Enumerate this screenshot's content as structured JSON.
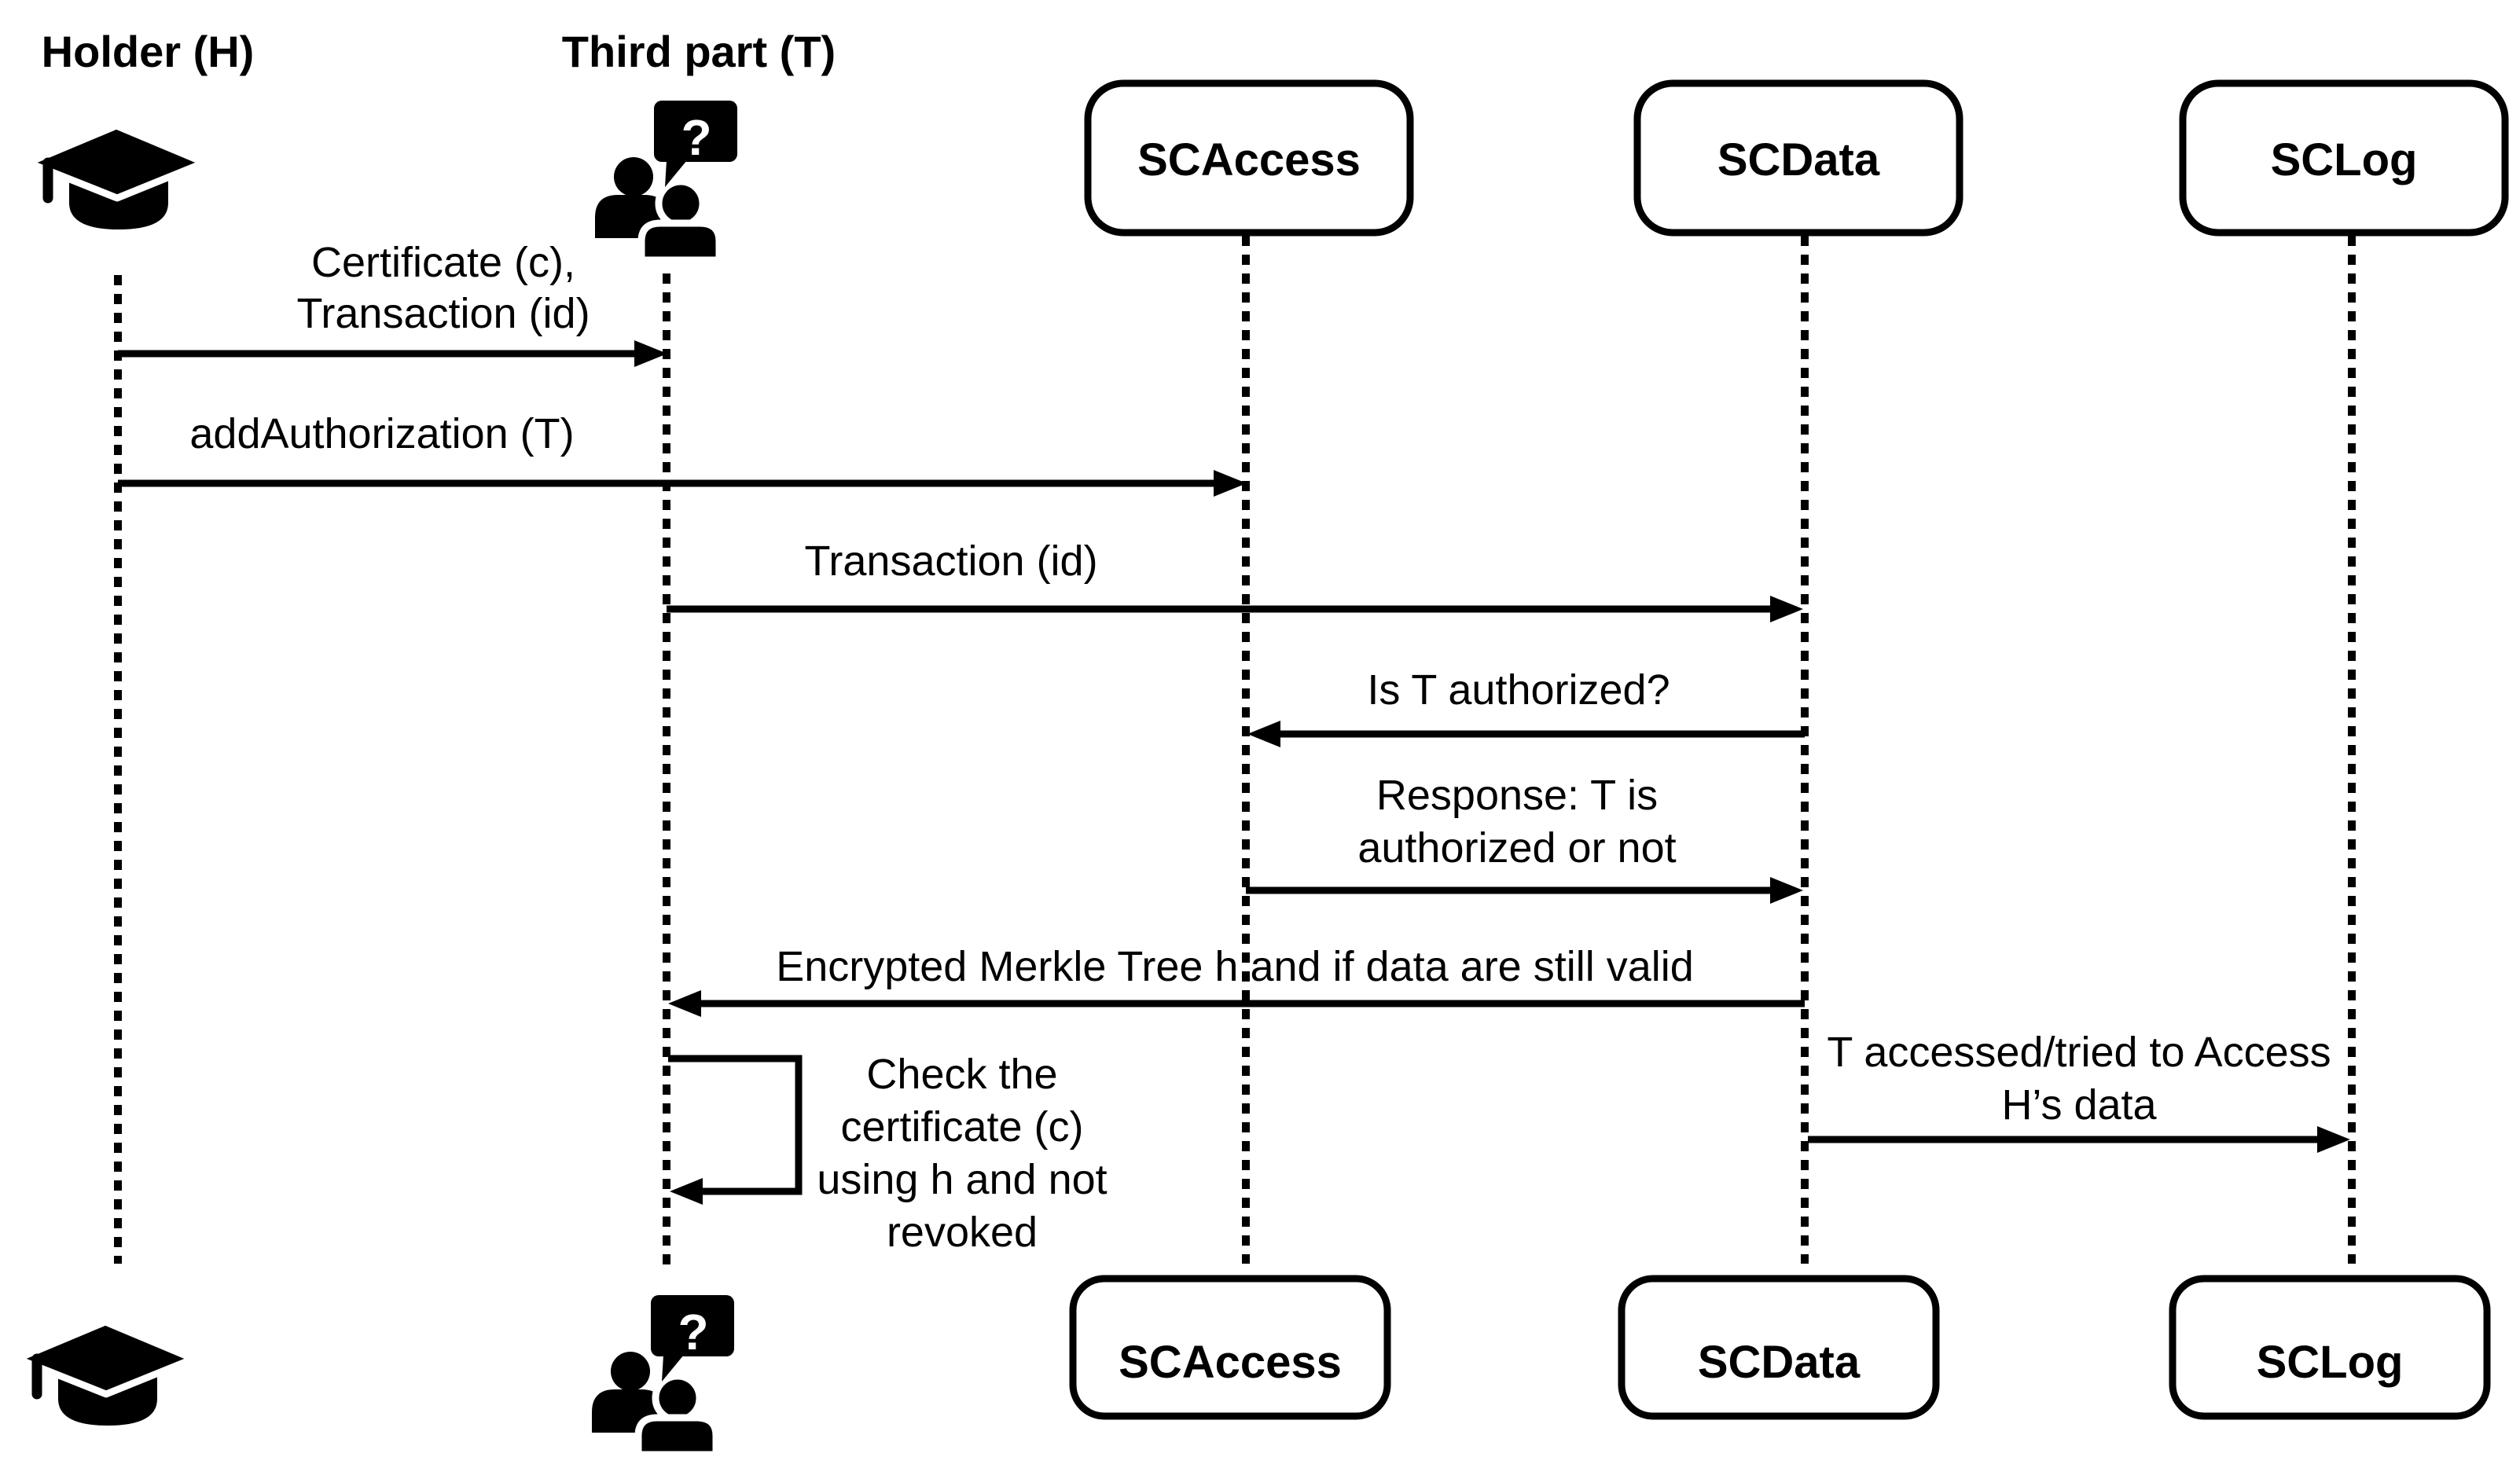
{
  "colors": {
    "ink": "#000000",
    "background": "#ffffff"
  },
  "icons": {
    "question_mark": "?"
  },
  "actors": [
    {
      "label": "Holder (H)",
      "icon": "graduation-cap"
    },
    {
      "label": "Third part (T)",
      "icon": "people-question"
    },
    {
      "label": "SCAccess",
      "icon": "rounded-box"
    },
    {
      "label": "SCData",
      "icon": "rounded-box"
    },
    {
      "label": "SCLog",
      "icon": "rounded-box"
    }
  ],
  "messages": [
    {
      "from": "Holder (H)",
      "to": "Third part (T)",
      "lines": [
        "Certificate (c),",
        "Transaction (id)"
      ]
    },
    {
      "from": "Holder (H)",
      "to": "SCAccess",
      "lines": [
        "addAuthorization (T)"
      ]
    },
    {
      "from": "Third part (T)",
      "to": "SCData",
      "lines": [
        "Transaction (id)"
      ]
    },
    {
      "from": "SCData",
      "to": "SCAccess",
      "lines": [
        "Is T authorized?"
      ]
    },
    {
      "from": "SCAccess",
      "to": "SCData",
      "lines": [
        "Response: T is",
        "authorized or not"
      ]
    },
    {
      "from": "SCData",
      "to": "Third part (T)",
      "lines": [
        "Encrypted Merkle Tree h and if data are still valid"
      ]
    },
    {
      "from": "Third part (T)",
      "to": "Third part (T)",
      "type": "self",
      "lines": [
        "Check the",
        "certificate (c)",
        "using h and not",
        "revoked"
      ]
    },
    {
      "from": "SCData",
      "to": "SCLog",
      "lines": [
        "T accessed/tried to Access",
        "H’s data"
      ]
    }
  ]
}
